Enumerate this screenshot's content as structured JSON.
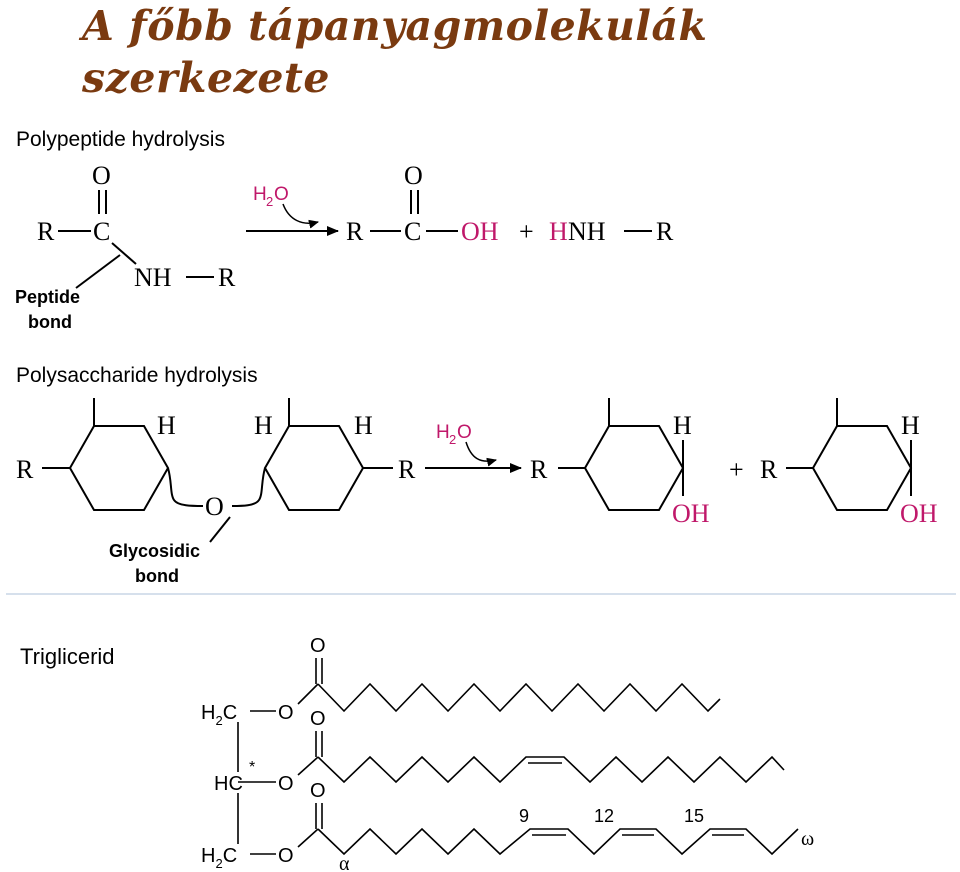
{
  "page": {
    "title": "A főbb tápanyagmolekulák szerkezete"
  },
  "colors": {
    "title": "#7a3a10",
    "accent": "#c0186a",
    "line": "#000000",
    "divider": "#c8d6e6"
  },
  "polypeptide": {
    "heading": "Polypeptide hydrolysis",
    "water_h": "H",
    "water_sub": "2",
    "water_o": "O",
    "bond_label_line1": "Peptide",
    "bond_label_line2": "bond",
    "atoms": {
      "O": "O",
      "C": "C",
      "R": "R",
      "NH": "NH",
      "OH": "OH",
      "H": "H",
      "plus": "+"
    }
  },
  "polysaccharide": {
    "heading": "Polysaccharide hydrolysis",
    "water_h": "H",
    "water_sub": "2",
    "water_o": "O",
    "bond_label_line1": "Glycosidic",
    "bond_label_line2": "bond",
    "atoms": {
      "H": "H",
      "R": "R",
      "O": "O",
      "OH": "OH",
      "plus": "+"
    }
  },
  "triglyceride": {
    "label": "Triglicerid",
    "h2c": "H",
    "h2c_sub": "2",
    "h2c_c": "C",
    "hc": "HC",
    "star": "*",
    "o": "O",
    "pos_9": "9",
    "pos_12": "12",
    "pos_15": "15",
    "alpha": "α",
    "omega": "ω"
  }
}
